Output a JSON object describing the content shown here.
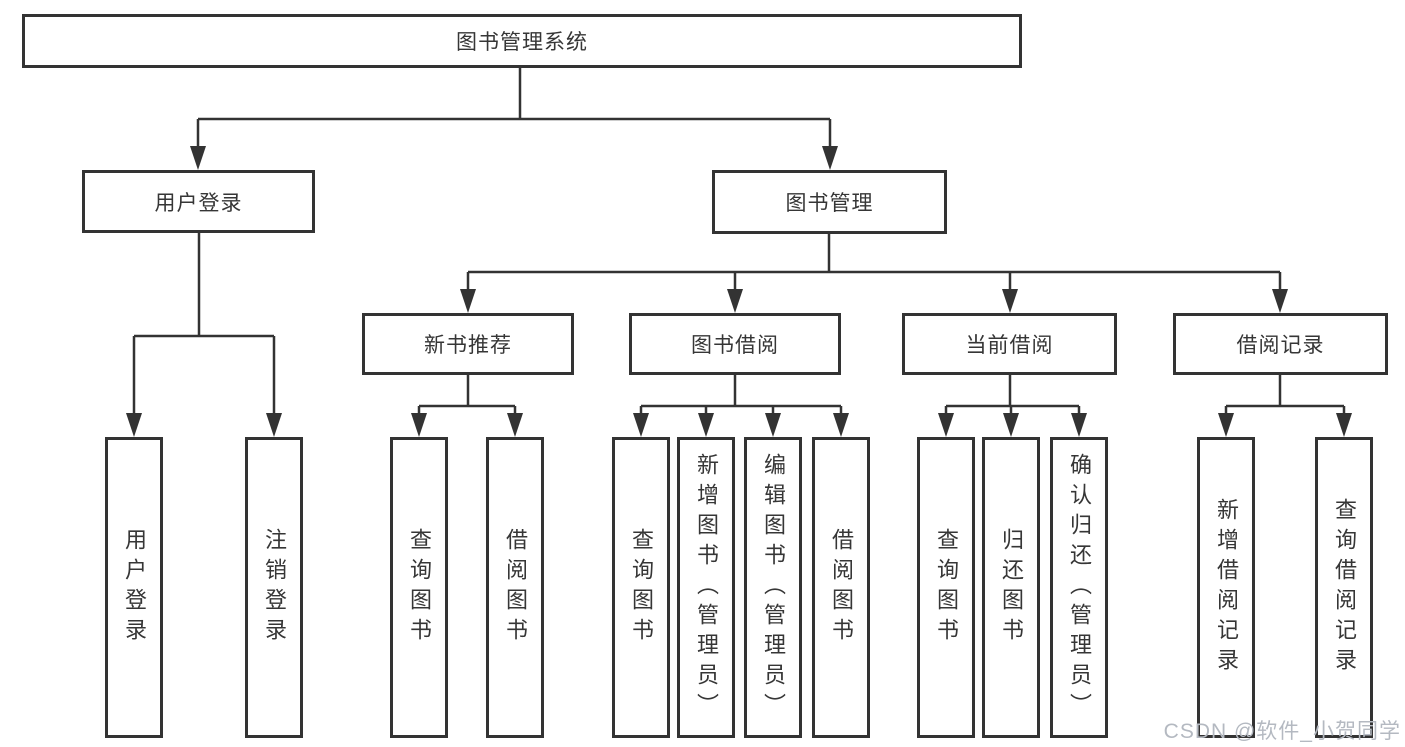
{
  "diagram_type": "hierarchy-tree",
  "tree": {
    "label": "图书管理系统",
    "children": [
      {
        "label": "用户登录",
        "children": [
          {
            "label": "用户登录"
          },
          {
            "label": "注销登录"
          }
        ]
      },
      {
        "label": "图书管理",
        "children": [
          {
            "label": "新书推荐",
            "children": [
              {
                "label": "查询图书"
              },
              {
                "label": "借阅图书"
              }
            ]
          },
          {
            "label": "图书借阅",
            "children": [
              {
                "label": "查询图书"
              },
              {
                "label": "新增图书（管理员）"
              },
              {
                "label": "编辑图书（管理员）"
              },
              {
                "label": "借阅图书"
              }
            ]
          },
          {
            "label": "当前借阅",
            "children": [
              {
                "label": "查询图书"
              },
              {
                "label": "归还图书"
              },
              {
                "label": "确认归还（管理员）"
              }
            ]
          },
          {
            "label": "借阅记录",
            "children": [
              {
                "label": "新增借阅记录"
              },
              {
                "label": "查询借阅记录"
              }
            ]
          }
        ]
      }
    ]
  },
  "watermark": {
    "text": "CSDN @软件_小贺同学"
  },
  "colors": {
    "line": "#333333",
    "text": "#363636",
    "bg": "#ffffff",
    "watermark": "#b4b9c1"
  }
}
